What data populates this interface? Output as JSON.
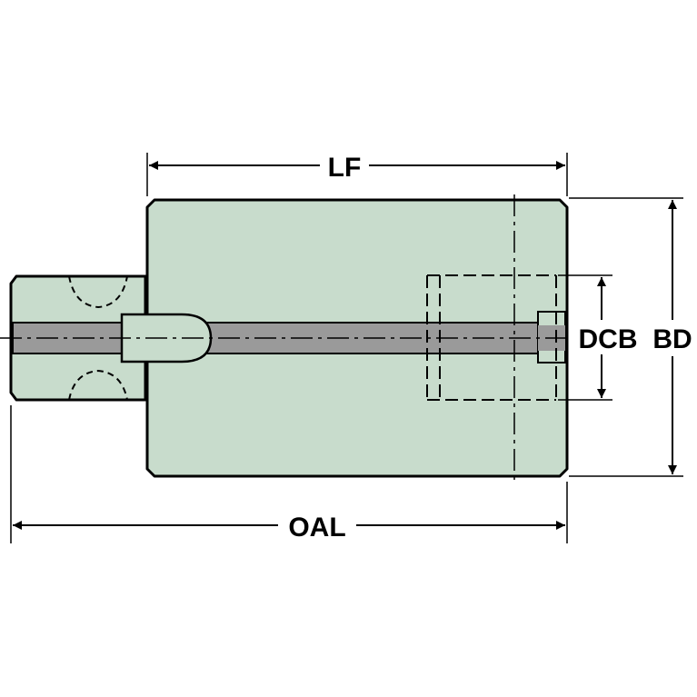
{
  "diagram": {
    "labels": {
      "lf": "LF",
      "oal": "OAL",
      "dcb": "DCB",
      "bd": "BD"
    },
    "colors": {
      "body_fill": "#c8dccc",
      "bore_fill": "#9a9a9a",
      "outline": "#000000",
      "background": "#ffffff"
    }
  }
}
